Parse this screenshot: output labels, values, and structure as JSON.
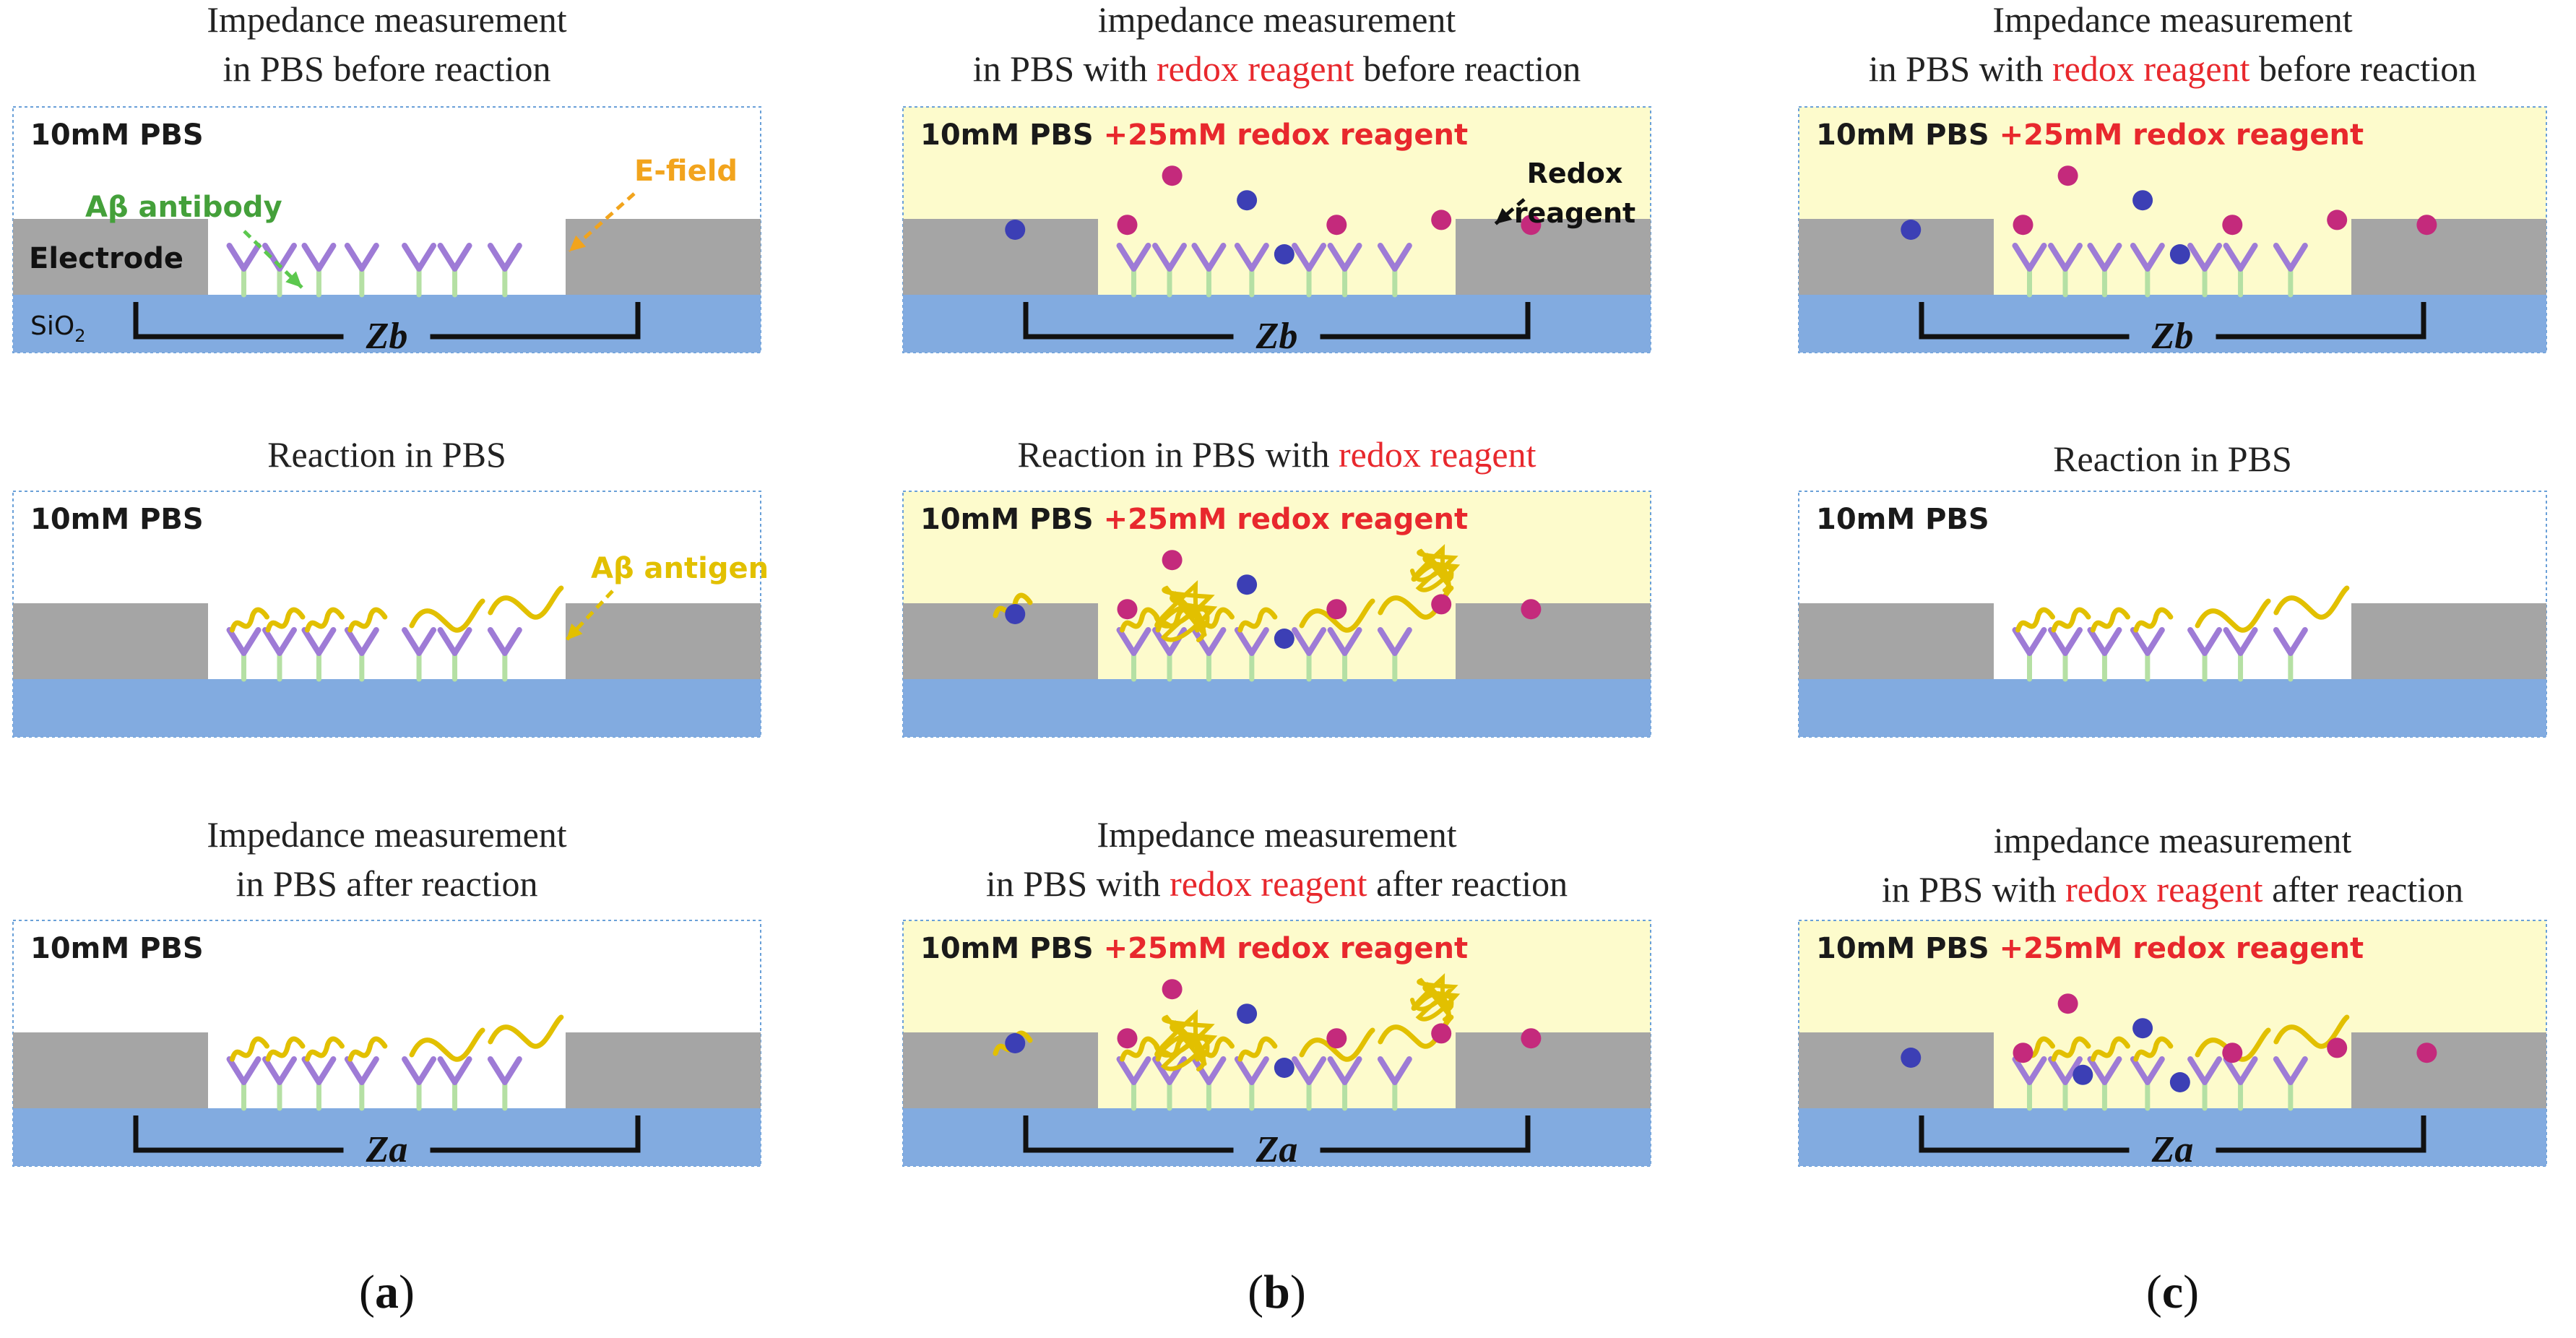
{
  "columns": [
    {
      "label": "(a)",
      "panels": [
        {
          "title_lines": [
            [
              {
                "t": "Impedance measurement"
              }
            ],
            [
              {
                "t": "in PBS before reaction"
              }
            ]
          ],
          "solution": "10mM PBS",
          "reagent": "",
          "yellow": false,
          "step": "before",
          "bracket": "Zb",
          "annotate": true
        },
        {
          "title_lines": [
            [
              {
                "t": "Reaction in PBS"
              }
            ]
          ],
          "solution": "10mM PBS",
          "reagent": "",
          "yellow": false,
          "step": "reaction",
          "bracket": "",
          "annotate_antigen": true
        },
        {
          "title_lines": [
            [
              {
                "t": "Impedance measurement"
              }
            ],
            [
              {
                "t": "in PBS after reaction"
              }
            ]
          ],
          "solution": "10mM PBS",
          "reagent": "",
          "yellow": false,
          "step": "after",
          "bracket": "Za"
        }
      ]
    },
    {
      "label": "(b)",
      "panels": [
        {
          "title_lines": [
            [
              {
                "t": "impedance measurement"
              }
            ],
            [
              {
                "t": "in PBS with "
              },
              {
                "t": "redox reagent",
                "red": true
              },
              {
                "t": " before reaction"
              }
            ]
          ],
          "solution": "10mM PBS",
          "reagent": "+25mM redox reagent",
          "yellow": true,
          "step": "before",
          "bracket": "Zb",
          "annotate_redox": true
        },
        {
          "title_lines": [
            [
              {
                "t": "Reaction in PBS with "
              },
              {
                "t": "redox reagent",
                "red": true
              }
            ]
          ],
          "solution": "10mM PBS",
          "reagent": "+25mM redox reagent",
          "yellow": true,
          "step": "reaction_redox",
          "bracket": ""
        },
        {
          "title_lines": [
            [
              {
                "t": "Impedance measurement"
              }
            ],
            [
              {
                "t": "in PBS with "
              },
              {
                "t": "redox reagent",
                "red": true
              },
              {
                "t": " after reaction"
              }
            ]
          ],
          "solution": "10mM PBS",
          "reagent": "+25mM redox reagent",
          "yellow": true,
          "step": "after_redox",
          "bracket": "Za"
        }
      ]
    },
    {
      "label": "(c)",
      "panels": [
        {
          "title_lines": [
            [
              {
                "t": "Impedance measurement"
              }
            ],
            [
              {
                "t": "in PBS with "
              },
              {
                "t": "redox reagent",
                "red": true
              },
              {
                "t": " before reaction"
              }
            ]
          ],
          "solution": "10mM PBS",
          "reagent": "+25mM redox reagent",
          "yellow": true,
          "step": "before",
          "bracket": "Zb"
        },
        {
          "title_lines": [
            [
              {
                "t": "Reaction in PBS"
              }
            ]
          ],
          "solution": "10mM PBS",
          "reagent": "",
          "yellow": false,
          "step": "reaction",
          "bracket": ""
        },
        {
          "title_lines": [
            [
              {
                "t": "impedance measurement"
              }
            ],
            [
              {
                "t": "in PBS with "
              },
              {
                "t": "redox reagent",
                "red": true
              },
              {
                "t": " after reaction"
              }
            ]
          ],
          "solution": "10mM PBS",
          "reagent": "+25mM redox reagent",
          "yellow": true,
          "step": "after",
          "bracket": "Za"
        }
      ]
    }
  ],
  "labels": {
    "electrode": "Electrode",
    "substrate": "SiO",
    "substrate_sub": "2",
    "antibody": "Aβ antibody",
    "efield": "E-field",
    "antigen": "Aβ antigen",
    "redox_line1": "Redox",
    "redox_line2": "reagent"
  },
  "colors": {
    "yellow_bg": "#fdfbcc",
    "electrode": "#a5a5a5",
    "substrate": "#82abe0",
    "antibody": "#9e7bd6",
    "stem": "#b5e0a4",
    "antigen": "#e2c000",
    "red_dot": "#c42a7c",
    "blue_dot": "#3c3fb5",
    "green_label": "#44a03a",
    "orange_label": "#f2a41d",
    "red_text": "#e8282d"
  }
}
